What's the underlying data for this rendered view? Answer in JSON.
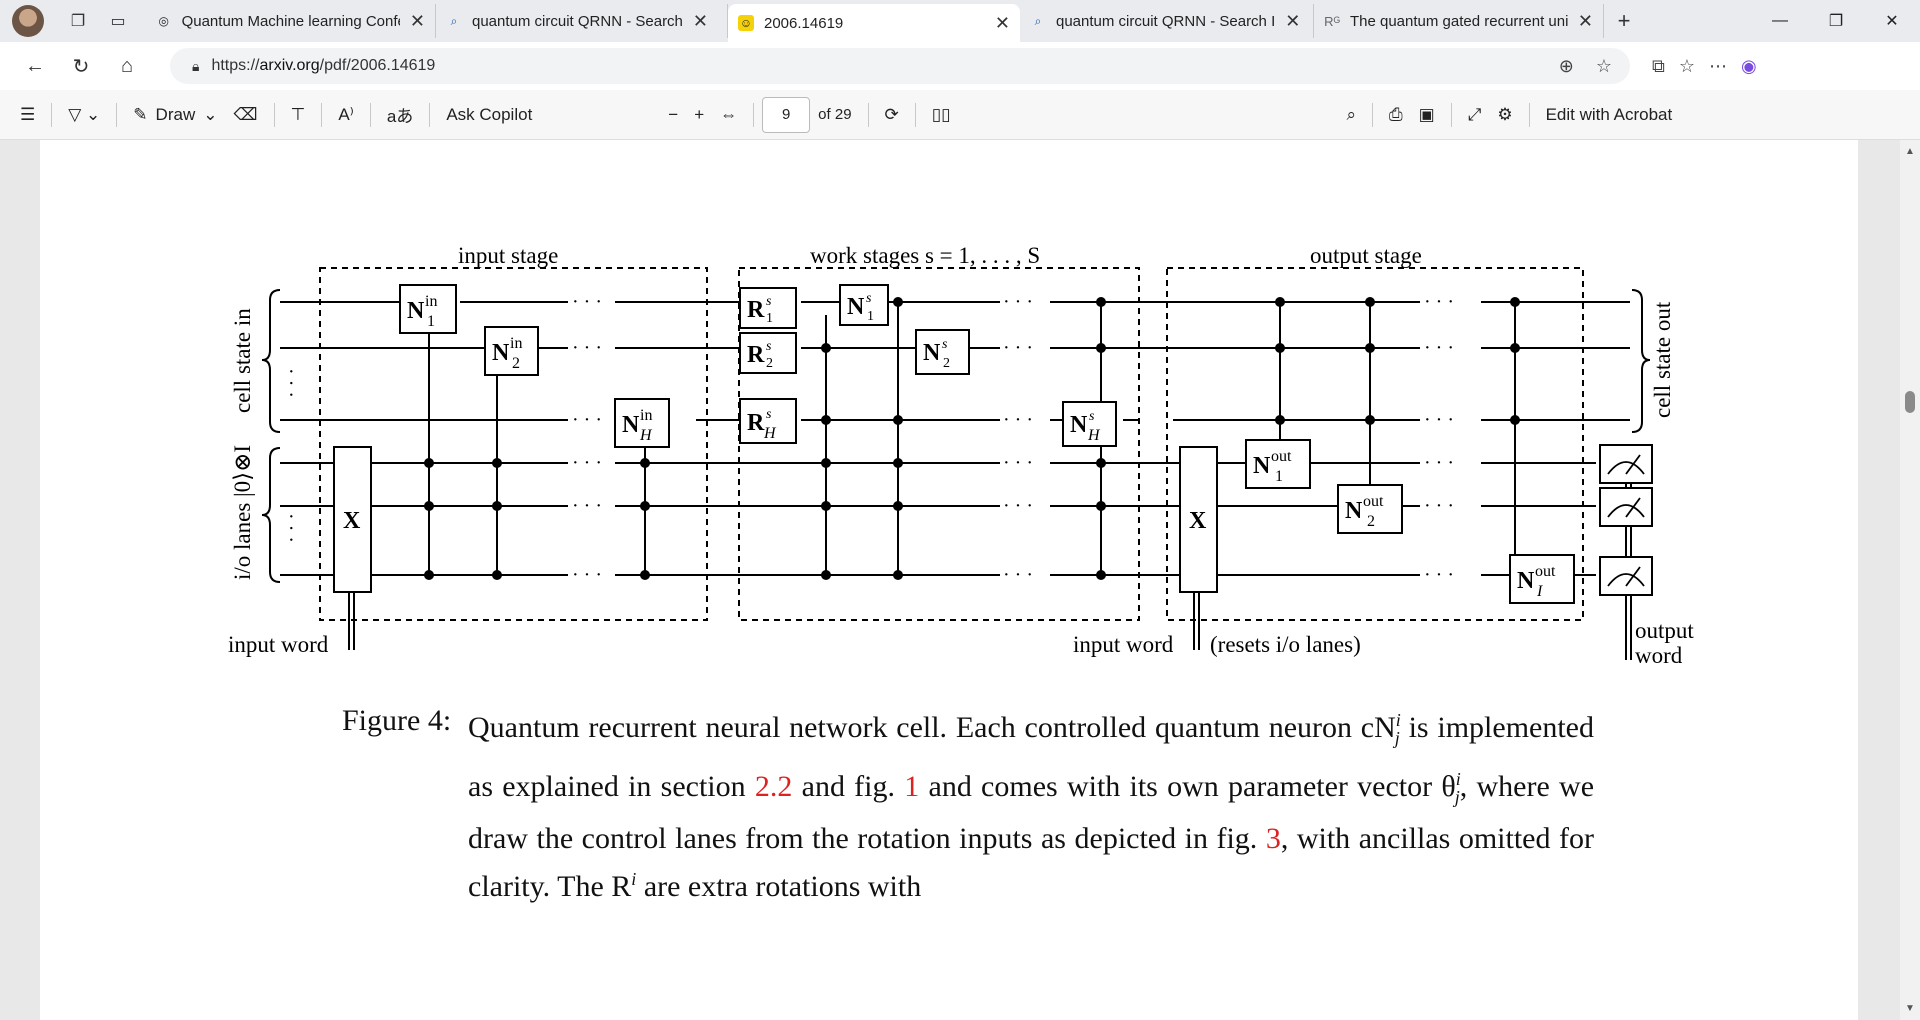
{
  "browser": {
    "tabs": [
      {
        "title": "Quantum Machine learning Confe",
        "icon": "copilot-icon"
      },
      {
        "title": "quantum circuit QRNN - Search",
        "icon": "search-icon"
      },
      {
        "title": "2006.14619",
        "icon": "arxiv-smile-icon",
        "active": true
      },
      {
        "title": "quantum circuit QRNN - Search I",
        "icon": "search-icon"
      },
      {
        "title": "The quantum gated recurrent uni",
        "icon": "researchgate-icon"
      }
    ],
    "url_prefix": "https://",
    "url_host": "arxiv.org",
    "url_path": "/pdf/2006.14619"
  },
  "pdf_toolbar": {
    "draw_label": "Draw",
    "ask_copilot": "Ask Copilot",
    "page_current": "9",
    "page_total": "of 29",
    "edit_acrobat": "Edit with Acrobat"
  },
  "figure": {
    "stage_input": "input stage",
    "stage_work": "work stages s = 1, . . . , S",
    "stage_output": "output stage",
    "cell_state_in": "cell state in",
    "cell_state_out": "cell state out",
    "io_lanes": "i/o lanes |0⟩⊗I",
    "input_word": "input word",
    "input_word_2": "input word",
    "resets": "(resets i/o lanes)",
    "output_word_1": "output",
    "output_word_2": "word"
  },
  "caption": {
    "label": "Figure 4:",
    "text_1": "Quantum recurrent neural network cell.  Each controlled quantum neuron cN",
    "text_2": " is implemented as explained in section ",
    "ref_1": "2.2",
    "text_3": " and fig. ",
    "ref_2": "1",
    "text_4": " and comes with its own parameter vector θ",
    "text_5": ", where we draw the control lanes from the rotation inputs as depicted in fig. ",
    "ref_3": "3",
    "text_6": ", with ancillas omitted for clarity. The R",
    "text_7": " are extra rotations with"
  }
}
